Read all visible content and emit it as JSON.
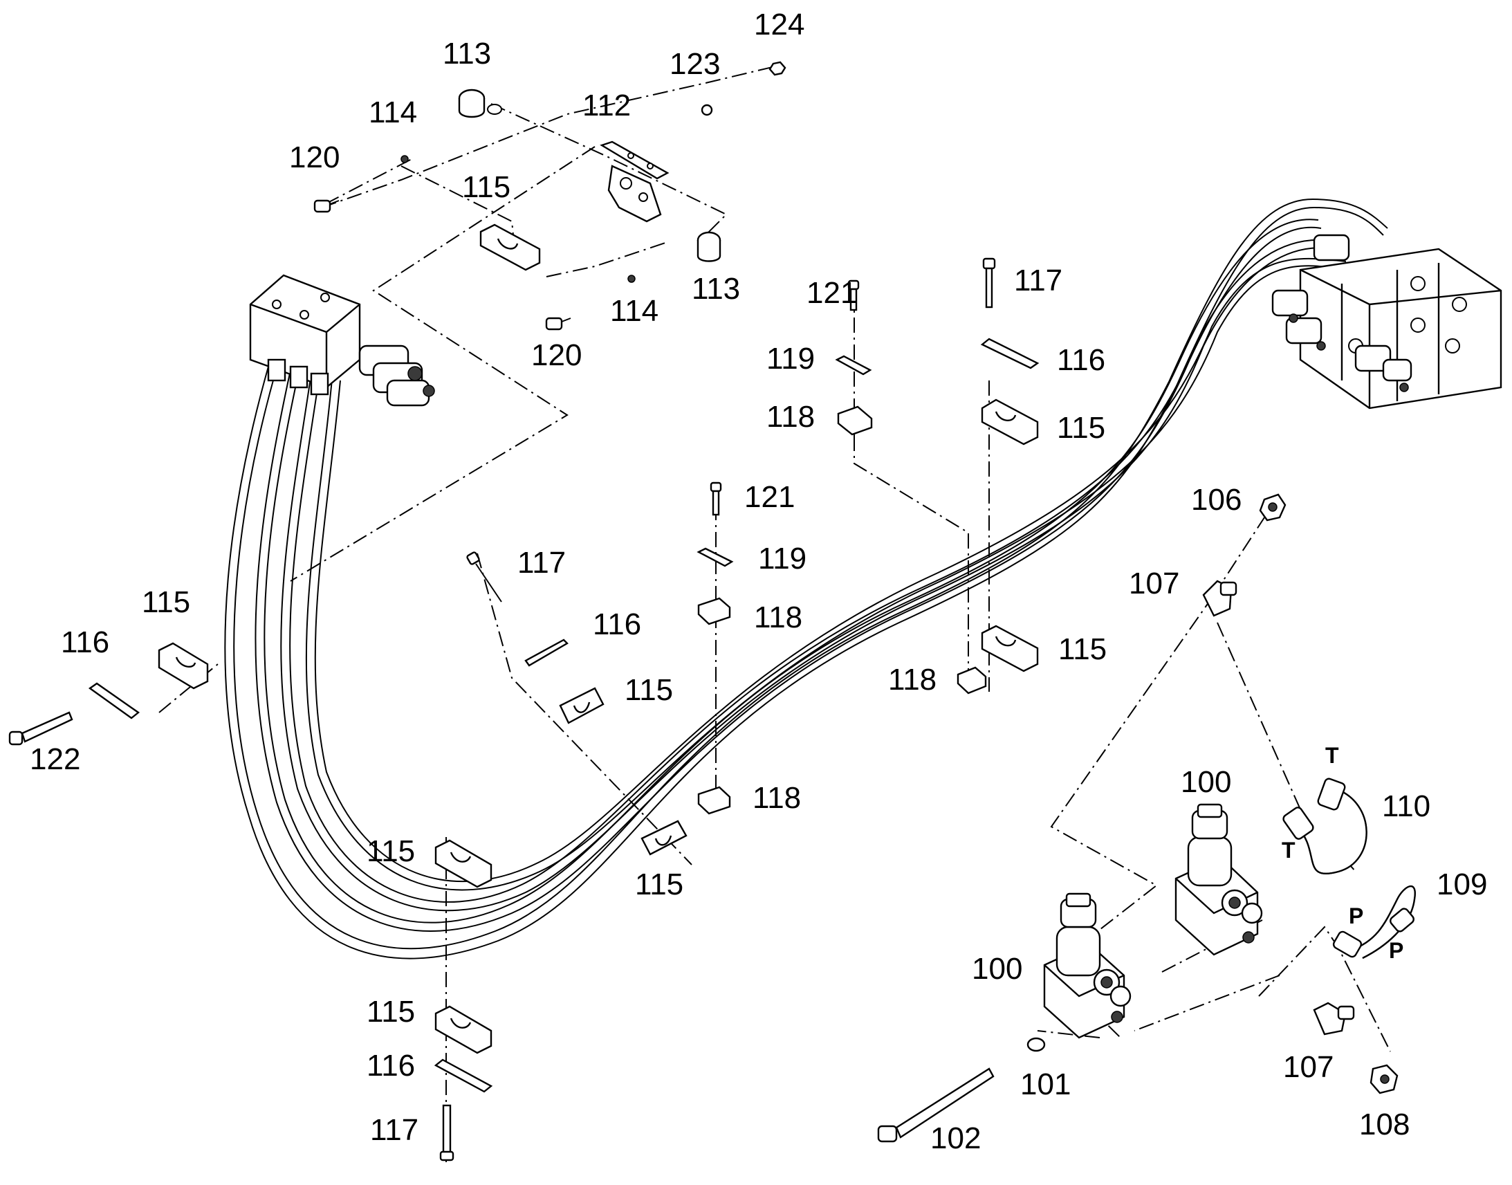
{
  "diagram": {
    "callouts": {
      "c100a": "100",
      "c100b": "100",
      "c101": "101",
      "c102": "102",
      "c106": "106",
      "c107a": "107",
      "c107b": "107",
      "c108": "108",
      "c109": "109",
      "c110": "110",
      "c112": "112",
      "c113a": "113",
      "c113b": "113",
      "c114a": "114",
      "c114b": "114",
      "c115a": "115",
      "c115b": "115",
      "c115c": "115",
      "c115d": "115",
      "c115e": "115",
      "c115f": "115",
      "c115g": "115",
      "c115h": "115",
      "c116a": "116",
      "c116b": "116",
      "c116c": "116",
      "c116d": "116",
      "c117a": "117",
      "c117b": "117",
      "c117c": "117",
      "c118a": "118",
      "c118b": "118",
      "c118c": "118",
      "c118d": "118",
      "c119a": "119",
      "c119b": "119",
      "c120a": "120",
      "c120b": "120",
      "c121a": "121",
      "c121b": "121",
      "c122": "122",
      "c123": "123",
      "c124": "124"
    },
    "ports": {
      "t_top": "T",
      "t_left": "T",
      "p_left": "P",
      "p_right": "P"
    }
  }
}
